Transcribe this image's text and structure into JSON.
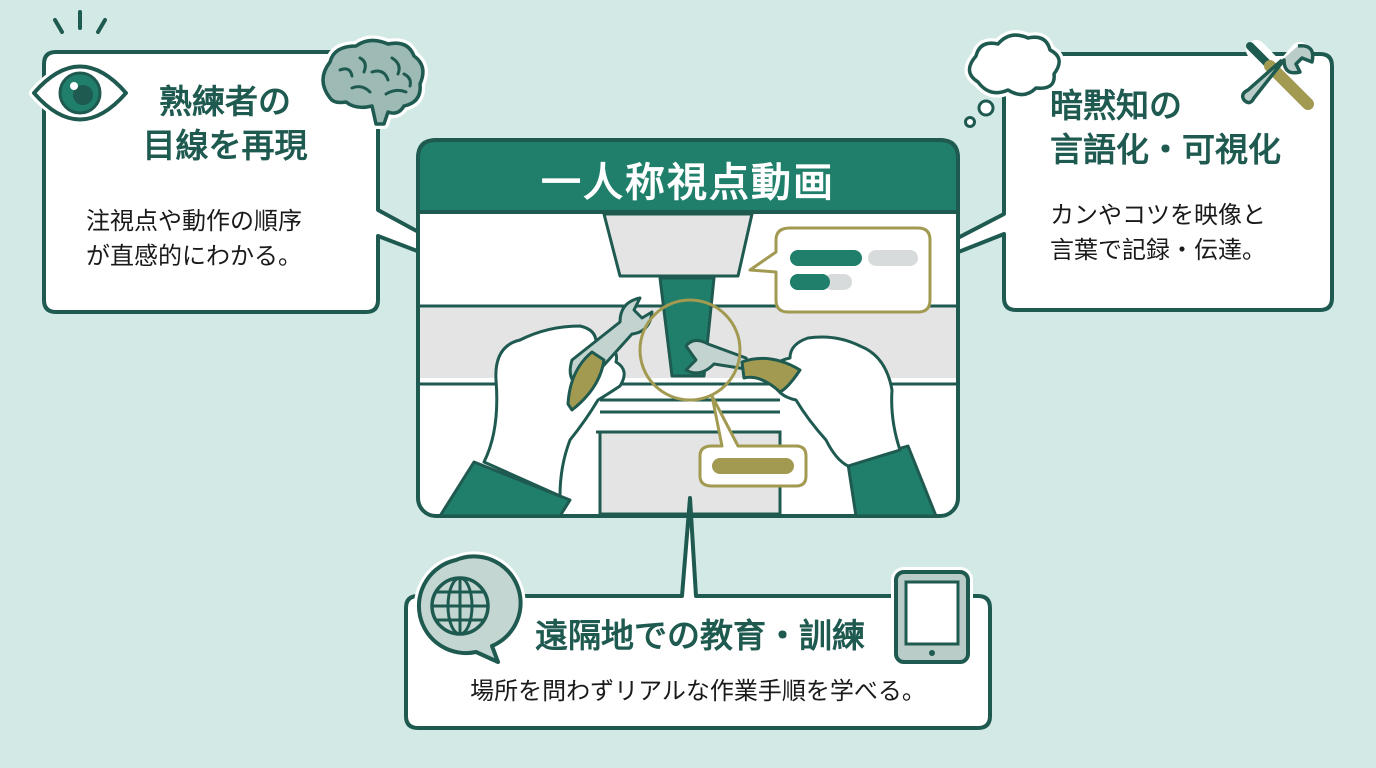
{
  "colors": {
    "background": "#d3e9e6",
    "dark_teal": "#1f5a50",
    "teal": "#1f7f6a",
    "gold": "#a39a52",
    "light_gray": "#e4e4e4",
    "white": "#ffffff"
  },
  "center_panel": {
    "title": "一人称視点動画"
  },
  "cards": [
    {
      "id": "expert-gaze",
      "title_line1": "熟練者の",
      "title_line2": "目線を再現",
      "body_line1": "注視点や動作の順序",
      "body_line2": "が直感的にわかる。",
      "icons": [
        "eye-icon",
        "brain-icon"
      ]
    },
    {
      "id": "tacit-knowledge",
      "title_line1": "暗黙知の",
      "title_line2": "言語化・可視化",
      "body_line1": "カンやコツを映像と",
      "body_line2": "言葉で記録・伝達。",
      "icons": [
        "thought-cloud-icon",
        "tools-icon"
      ]
    },
    {
      "id": "remote-training",
      "title_line1": "遠隔地での教育・訓練",
      "body_line1": "場所を問わずリアルな作業手順を学べる。",
      "icons": [
        "globe-chat-icon",
        "tablet-icon"
      ]
    }
  ]
}
